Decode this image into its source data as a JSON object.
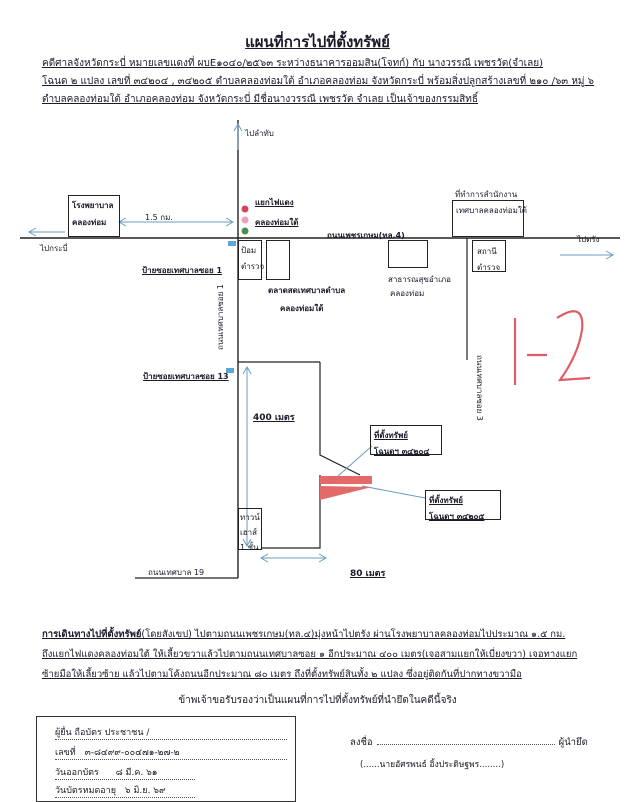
{
  "title": "แผนที่การไปที่ตั้งทรัพย์",
  "header": {
    "line1": "คดีศาลจังหวัดกระบี่ หมายเลขแดงที่ ผบE๑๐๔๐/๒๕๖๓ ระหว่างธนาคารออมสิน(โจทก์) กับ นางวรรณี เพชรวัต(จำเลย)",
    "line2": "โฉนด ๒ แปลง เลขที่ ๓๔๒๐๔ , ๓๔๒๐๕ ตำบลคลองท่อมใต้ อำเภอคลองท่อม จังหวัดกระบี่ พร้อมสิ่งปลูกสร้างเลขที่ ๒๑๐ /๖๓ หมู่ ๖",
    "line3": "ตำบลคลองท่อมใต้ อำเภอคลองท่อม จังหวัดกระบี่ มีชื่อนางวรรณี เพชรวัต จำเลย เป็นเจ้าของกรรมสิทธิ์"
  },
  "map": {
    "to_lamthap": "ไปลำทับ",
    "hospital": [
      "โรงพยาบาล",
      "คลองท่อม"
    ],
    "distance": "1.5 กม.",
    "to_krabi": "ไปกระบี่",
    "traffic_light": [
      "แยกไฟแดง",
      "คลองท่อมใต้"
    ],
    "municipal_office": [
      "ที่ทำการสำนักงาน",
      "เทศบาลคลองท่อมใต้"
    ],
    "to_trang": "ไปตรัง",
    "road_main": "ถนนเพชรเกษม(ทล.4)",
    "police_booth": [
      "ป้อม",
      "ตำรวจ"
    ],
    "police_station": [
      "สถานี",
      "ตำรวจ"
    ],
    "sign_soi1": "ป้ายซอยเทศบาลซอย 1",
    "market": [
      "ตลาดสดเทศบาลตำบล",
      "คลองท่อมใต้"
    ],
    "health_office": [
      "สาธารณสุขอำเภอ",
      "คลองท่อม"
    ],
    "soi1_road": "ถนนเทศบาลซอย 1",
    "soi3_road": "ถนนเทศบาลซอย 3",
    "annotation": "1-2",
    "sign_soi13": "ป้ายซอยเทศบาลซอย 13",
    "dist_400": "400 เมตร",
    "prop1": [
      "ที่ตั้งทรัพย์",
      "โฉนดฯ ๓๔๒๐๔"
    ],
    "prop2": [
      "ที่ตั้งทรัพย์",
      "โฉนดฯ ๓๔๒๐๕"
    ],
    "townhouse": [
      "ทาวน์",
      "เฮาส์",
      "1 ชั้น"
    ],
    "road_19": "ถนนเทศบาล 19",
    "dist_80": "80 เมตร"
  },
  "directions": {
    "heading": "การเดินทางไปที่ตั้งทรัพย์",
    "line1_rest": "(โดยสังเขป) ไปตามถนนเพชรเกษม(ทล.๔)มุ่งหน้าไปตรัง ผ่านโรงพยาบาลคลองท่อมไปประมาณ ๑.๕ กม.",
    "line2": "ถึงแยกไฟแดงคลองท่อมใต้ ให้เลี้ยวขวาแล้วไปตามถนนเทศบาลซอย ๑ อีกประมาณ ๔๐๐ เมตร(เจอสามแยกให้เบี่ยงขวา) เจอทางแยก",
    "line3": "ซ้ายมือให้เลี้ยวซ้าย แล้วไปตามโค้งถนนอีกประมาณ ๘๐ เมตร ถึงที่ตั้งทรัพย์สินทั้ง ๒ แปลง ซึ่งอยู่ติดกันที่ปากทางขวามือ"
  },
  "certify": "ข้าพเจ้าขอรับรองว่าเป็นแผนที่การไปที่ตั้งทรัพย์ที่นำยึดในคดีนี้จริง",
  "idbox": {
    "l1": "ผู้ยื่น ถือบัตร ประชาชน /",
    "l2_label": "เลขที่",
    "l2_value": "๓-๘๔๙๙-๐๐๔๗๑-๒๗-๒",
    "l3_label": "วันออกบัตร",
    "l3_value": "๘ มี.ค. ๖๑",
    "l4_label": "วันบัตรหมดอายุ",
    "l4_value": "๖ มิ.ย. ๖๙"
  },
  "signature": {
    "sign_label": "ลงชื่อ",
    "role": "ผู้นำยึด",
    "name": "(......นายอัศรพนธ์ อิ้งประดิษฐพร........)"
  }
}
